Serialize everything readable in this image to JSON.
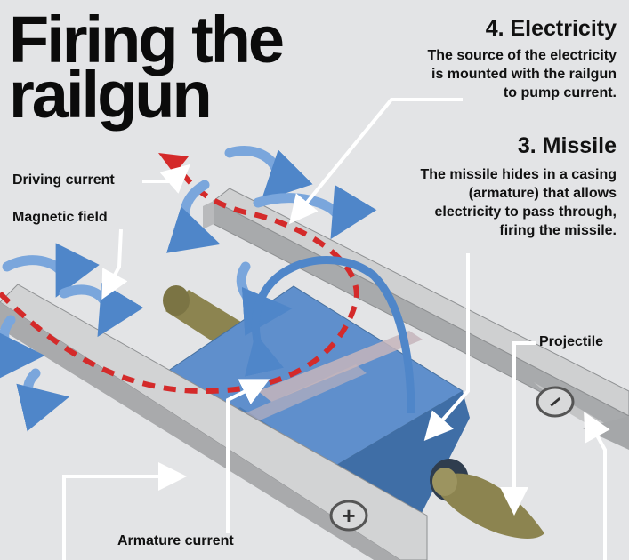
{
  "title": {
    "line1": "Firing the",
    "line2": "railgun"
  },
  "steps": [
    {
      "heading": "4. Electricity",
      "text": [
        "The source of the electricity",
        "is mounted with the railgun",
        "to pump current."
      ]
    },
    {
      "heading": "3. Missile",
      "text": [
        "The missile hides in a casing",
        "(armature) that allows",
        "electricity to pass through,",
        "firing the missile."
      ]
    }
  ],
  "labels": {
    "driving_current": "Driving current",
    "magnetic_field": "Magnetic field",
    "projectile": "Projectile",
    "armature_current": "Armature current"
  },
  "terminals": {
    "positive": "+",
    "negative": "−"
  },
  "colors": {
    "background": "#e3e4e6",
    "rail_top": "#c9cacb",
    "rail_side": "#a9aaac",
    "armature": "#5f8fcc",
    "projectile": "#8c8450",
    "current_line": "#d42a2a",
    "field_arrows": "#7aa6dc"
  },
  "icons": [
    "plus-terminal-icon",
    "minus-terminal-icon",
    "magnetic-field-arrow-icon",
    "current-direction-arrow-icon",
    "pointer-arrow-icon"
  ]
}
